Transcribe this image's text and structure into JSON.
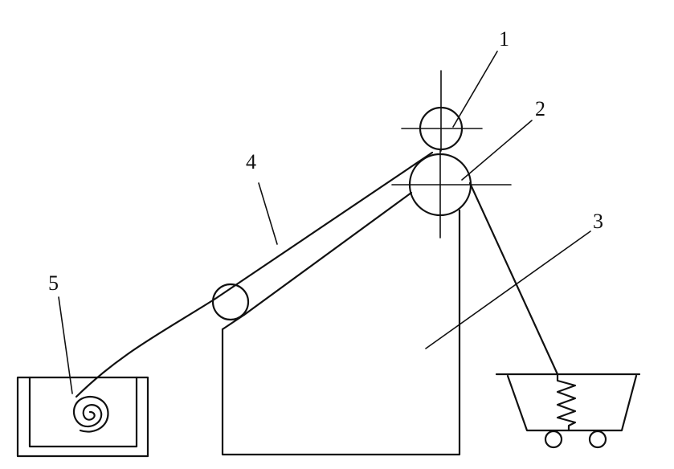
{
  "diagram": {
    "callouts": [
      {
        "id": "roller-1",
        "text": "1"
      },
      {
        "id": "roller-2",
        "text": "2"
      },
      {
        "id": "frame-3",
        "text": "3"
      },
      {
        "id": "strip-4",
        "text": "4"
      },
      {
        "id": "coil-5",
        "text": "5"
      }
    ]
  }
}
